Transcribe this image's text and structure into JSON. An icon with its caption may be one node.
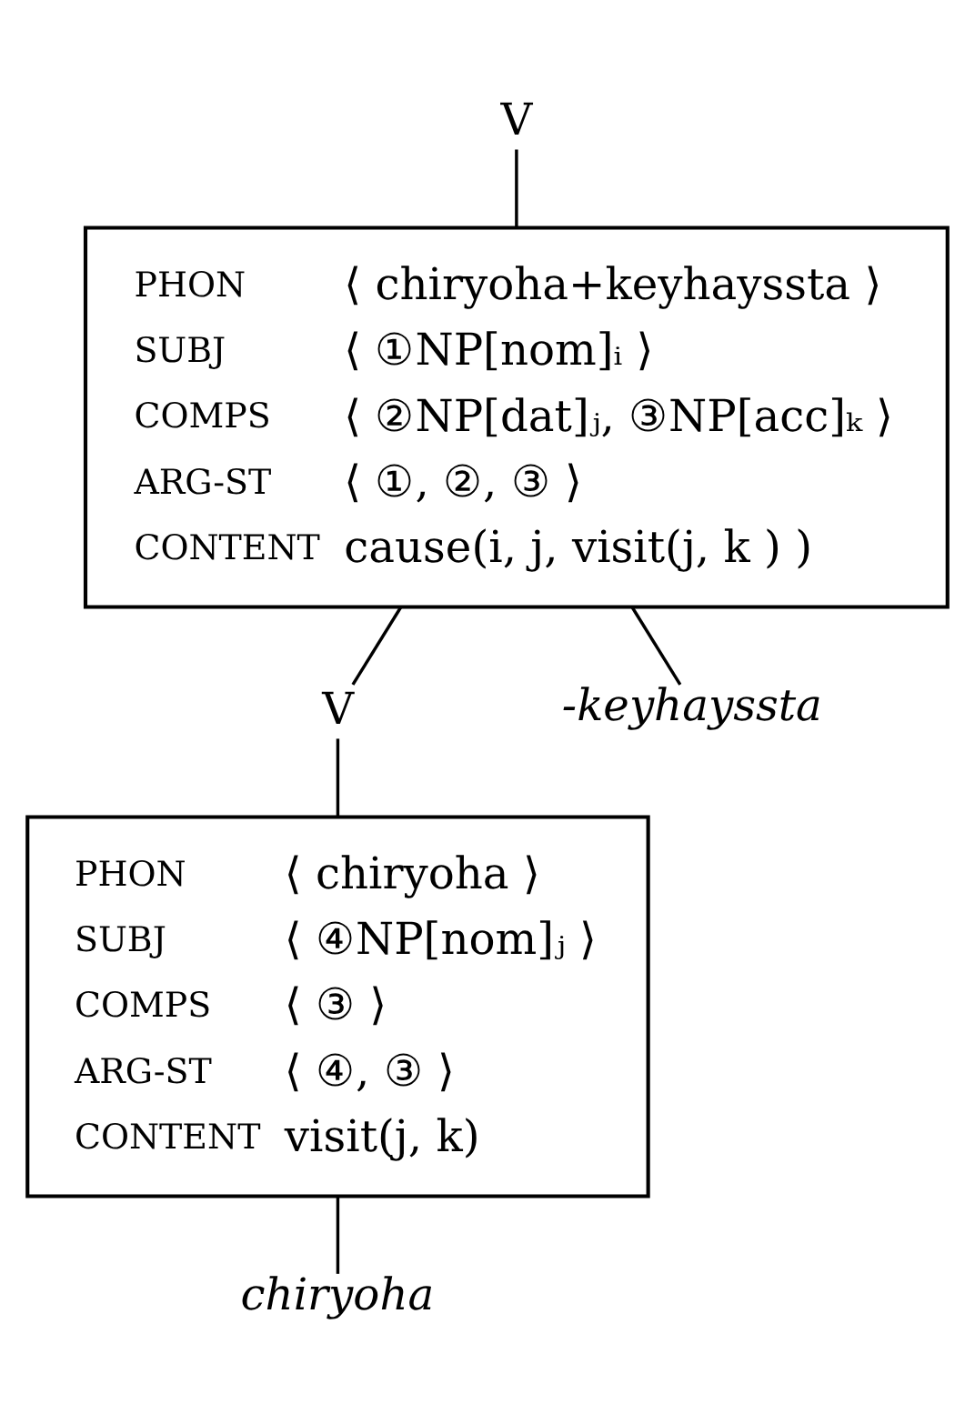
{
  "diagram": {
    "nodes": [
      {
        "text": [
          "V"
        ]
      },
      {
        "text": [
          "PHON",
          "⟨ chiryoha+keyhayssta ⟩",
          "SUBJ",
          "⟨ ①NP[nom]ᵢ ⟩",
          "COMPS",
          "⟨ ②NP[dat]ⱼ, ③NP[acc]ₖ ⟩",
          "ARG-ST",
          "⟨ ①, ②, ③ ⟩",
          "CONTENT",
          "cause(i, j, visit(j, k ) )"
        ]
      },
      {
        "text": [
          "V"
        ]
      },
      {
        "text": [
          "-keyhayssta"
        ]
      },
      {
        "text": [
          "PHON",
          "⟨ chiryoha ⟩",
          "SUBJ",
          "⟨ ④NP[nom]ⱼ ⟩",
          "COMPS",
          "⟨ ③ ⟩",
          "ARG-ST",
          "⟨ ④, ③ ⟩",
          "CONTENT",
          "visit(j, k)"
        ]
      },
      {
        "text": [
          "chiryoha"
        ]
      }
    ],
    "edges": [
      {
        "from": 0,
        "to": 1,
        "arrow": "none"
      },
      {
        "from": 1,
        "to": 2,
        "arrow": "none"
      },
      {
        "from": 1,
        "to": 3,
        "arrow": "none"
      },
      {
        "from": 2,
        "to": 4,
        "arrow": "none"
      },
      {
        "from": 4,
        "to": 5,
        "arrow": "none"
      }
    ]
  }
}
